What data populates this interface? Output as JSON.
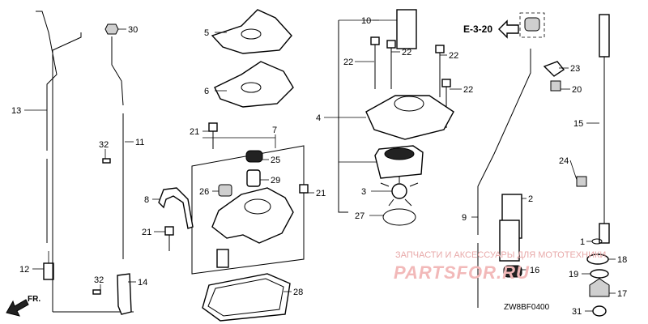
{
  "diagram": {
    "callouts": [
      {
        "id": "c30",
        "label": "30"
      },
      {
        "id": "c13",
        "label": "13"
      },
      {
        "id": "c11",
        "label": "11"
      },
      {
        "id": "c32a",
        "label": "32"
      },
      {
        "id": "c12",
        "label": "12"
      },
      {
        "id": "c32b",
        "label": "32"
      },
      {
        "id": "c14",
        "label": "14"
      },
      {
        "id": "c5",
        "label": "5"
      },
      {
        "id": "c6",
        "label": "6"
      },
      {
        "id": "c7",
        "label": "7"
      },
      {
        "id": "c21a",
        "label": "21"
      },
      {
        "id": "c25",
        "label": "25"
      },
      {
        "id": "c29",
        "label": "29"
      },
      {
        "id": "c26",
        "label": "26"
      },
      {
        "id": "c21b",
        "label": "21"
      },
      {
        "id": "c8",
        "label": "8"
      },
      {
        "id": "c21c",
        "label": "21"
      },
      {
        "id": "c28",
        "label": "28"
      },
      {
        "id": "c10",
        "label": "10"
      },
      {
        "id": "c22a",
        "label": "22"
      },
      {
        "id": "c22b",
        "label": "22"
      },
      {
        "id": "c22c",
        "label": "22"
      },
      {
        "id": "c22d",
        "label": "22"
      },
      {
        "id": "c4",
        "label": "4"
      },
      {
        "id": "c3",
        "label": "3"
      },
      {
        "id": "c27",
        "label": "27"
      },
      {
        "id": "c9",
        "label": "9"
      },
      {
        "id": "c2",
        "label": "2"
      },
      {
        "id": "c16",
        "label": "16"
      },
      {
        "id": "c23",
        "label": "23"
      },
      {
        "id": "c20",
        "label": "20"
      },
      {
        "id": "c15",
        "label": "15"
      },
      {
        "id": "c24",
        "label": "24"
      },
      {
        "id": "c1",
        "label": "1"
      },
      {
        "id": "c18",
        "label": "18"
      },
      {
        "id": "c19",
        "label": "19"
      },
      {
        "id": "c17",
        "label": "17"
      },
      {
        "id": "c31",
        "label": "31"
      }
    ],
    "reference": "E-3-20",
    "diagram_code": "ZW8BF0400",
    "direction_label": "FR.",
    "watermark_text": "ЗАПЧАСТИ И АКСЕССУАРЫ ДЛЯ МОТОТЕХНИКИ",
    "watermark_logo": "PARTSFOR.RU"
  }
}
